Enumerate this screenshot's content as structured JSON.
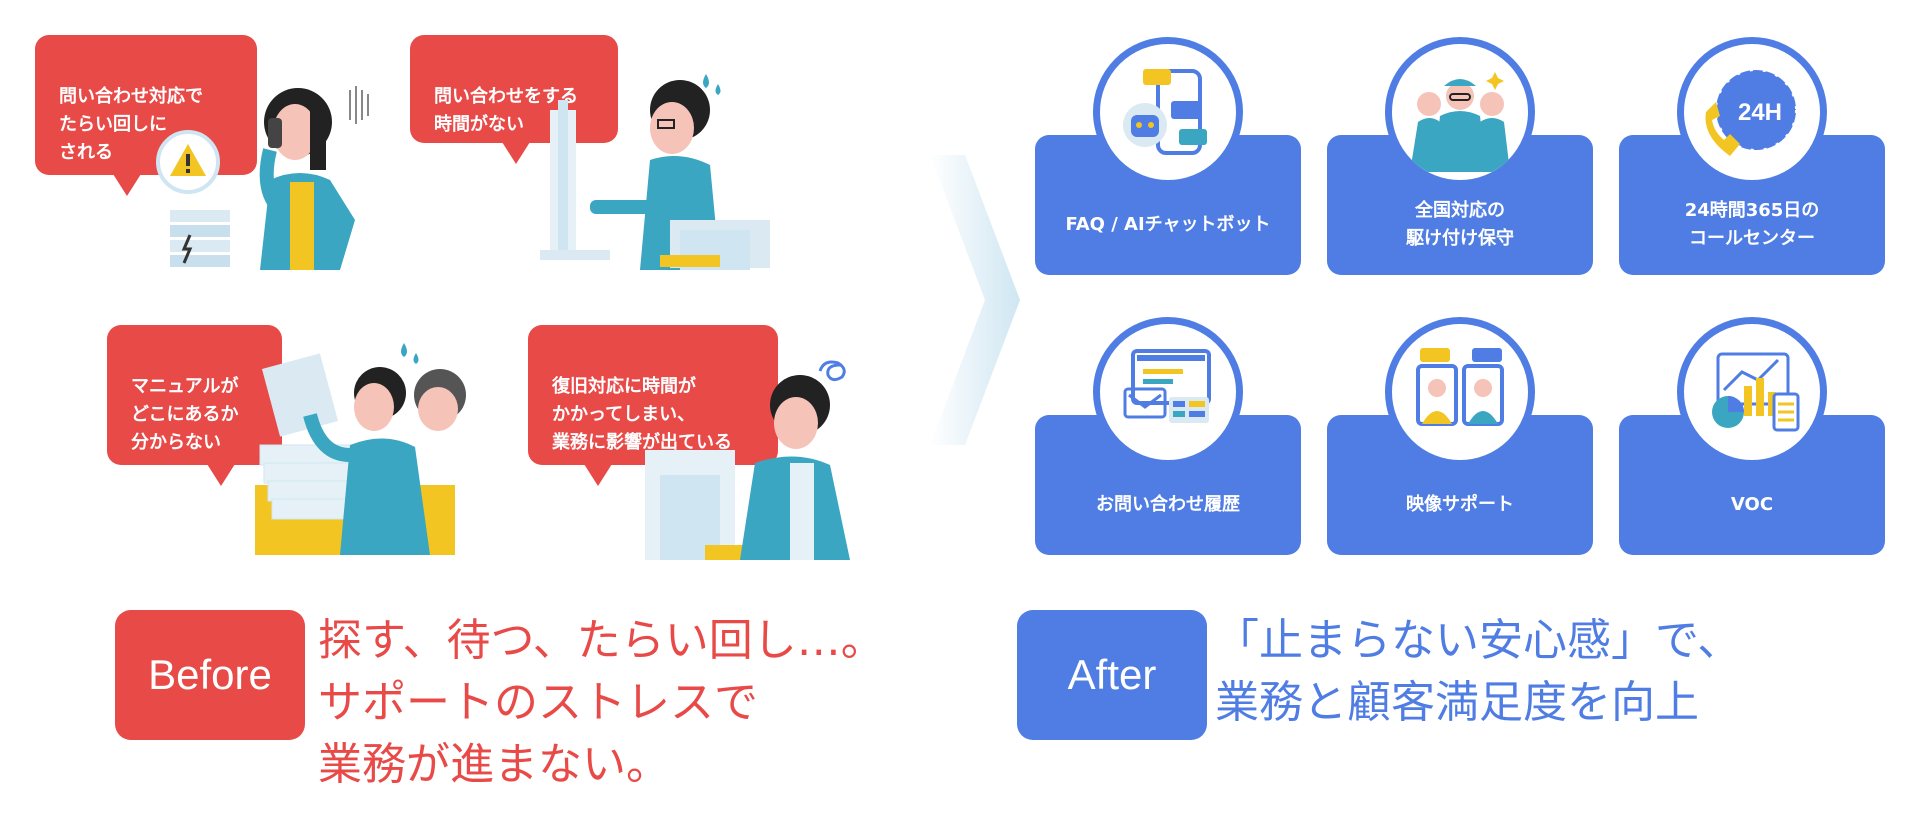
{
  "before": {
    "bubbles": [
      "問い合わせ対応で\nたらい回しに\nされる",
      "問い合わせをする\n時間がない",
      "マニュアルが\nどこにあるか\n分からない",
      "復旧対応に時間が\nかかってしまい、\n業務に影響が出ている"
    ],
    "tag_label": "Before",
    "caption": "探す、待つ、たらい回し…。\nサポートのストレスで\n業務が進まない。"
  },
  "after": {
    "cards": [
      {
        "label": "FAQ / AIチャットボット",
        "icon": "chatbot-icon"
      },
      {
        "label": "全国対応の\n駆け付け保守",
        "icon": "field-engineers-icon"
      },
      {
        "label": "24時間365日の\nコールセンター",
        "icon": "call-center-24h-icon",
        "icon_text": "24H"
      },
      {
        "label": "お問い合わせ履歴",
        "icon": "inquiry-history-icon"
      },
      {
        "label": "映像サポート",
        "icon": "video-support-icon"
      },
      {
        "label": "VOC",
        "icon": "voc-analytics-icon"
      }
    ],
    "tag_label": "After",
    "caption": "「止まらない安心感」で、\n業務と顧客満足度を向上"
  },
  "colors": {
    "red": "#e84a48",
    "blue": "#4f7de3",
    "yellow": "#f2c523",
    "teal": "#3aa6c2",
    "light_blue": "#cfe6f2"
  }
}
